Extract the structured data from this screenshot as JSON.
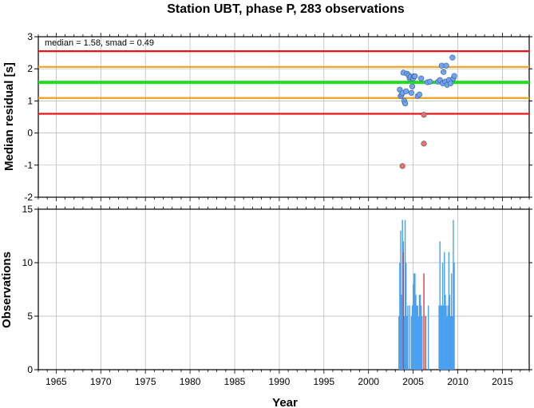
{
  "chart_data": [
    {
      "type": "scatter",
      "title": "Station UBT, phase P, 283 observations",
      "ylabel": "Median residual [s]",
      "annotation": "median = 1.58, smad = 0.49",
      "xlim": [
        1963,
        2018
      ],
      "ylim": [
        -2,
        3
      ],
      "yticks": [
        -2,
        -1,
        0,
        1,
        2,
        3
      ],
      "reference_lines": [
        {
          "y": 2.55,
          "color": "#e8161b"
        },
        {
          "y": 2.06,
          "color": "#f0a020"
        },
        {
          "y": 1.58,
          "color": "#22dd22"
        },
        {
          "y": 1.09,
          "color": "#f0a020"
        },
        {
          "y": 0.6,
          "color": "#e8161b"
        }
      ],
      "series": [
        {
          "color": "#6fa4f2",
          "points": [
            [
              2003.5,
              1.35
            ],
            [
              2003.6,
              1.15
            ],
            [
              2003.7,
              1.2
            ],
            [
              2003.8,
              1.25
            ],
            [
              2003.9,
              1.88
            ],
            [
              2004.0,
              1.0
            ],
            [
              2004.1,
              0.92
            ],
            [
              2004.2,
              1.3
            ],
            [
              2004.3,
              1.85
            ],
            [
              2004.5,
              1.8
            ],
            [
              2004.6,
              1.7
            ],
            [
              2004.7,
              1.75
            ],
            [
              2004.8,
              1.25
            ],
            [
              2004.9,
              1.45
            ],
            [
              2005.0,
              1.7
            ],
            [
              2005.1,
              1.77
            ],
            [
              2005.2,
              1.77
            ],
            [
              2005.5,
              1.15
            ],
            [
              2005.7,
              1.2
            ],
            [
              2005.9,
              1.7
            ],
            [
              2006.6,
              1.58
            ],
            [
              2006.9,
              1.6
            ],
            [
              2007.8,
              1.6
            ],
            [
              2008.0,
              1.65
            ],
            [
              2008.2,
              2.1
            ],
            [
              2008.3,
              1.55
            ],
            [
              2008.4,
              1.9
            ],
            [
              2008.6,
              1.6
            ],
            [
              2008.7,
              2.1
            ],
            [
              2008.8,
              1.5
            ],
            [
              2009.0,
              1.65
            ],
            [
              2009.2,
              1.55
            ],
            [
              2009.4,
              2.35
            ],
            [
              2009.5,
              1.7
            ],
            [
              2009.6,
              1.78
            ]
          ]
        },
        {
          "color": "#f07060",
          "points": [
            [
              2003.8,
              -1.03
            ],
            [
              2006.2,
              0.57
            ],
            [
              2006.2,
              -0.33
            ]
          ]
        }
      ]
    },
    {
      "type": "bar",
      "xlabel": "Year",
      "ylabel": "Observations",
      "xlim": [
        1963,
        2018
      ],
      "ylim": [
        0,
        15
      ],
      "xticks": [
        1965,
        1970,
        1975,
        1980,
        1985,
        1990,
        1995,
        2000,
        2005,
        2010,
        2015
      ],
      "yticks": [
        0,
        5,
        10,
        15
      ],
      "series": [
        {
          "color": "#4aa0f0",
          "bars": [
            [
              2003.4,
              5
            ],
            [
              2003.5,
              10
            ],
            [
              2003.6,
              13
            ],
            [
              2003.7,
              7
            ],
            [
              2003.8,
              14
            ],
            [
              2003.9,
              12
            ],
            [
              2004.0,
              5
            ],
            [
              2004.1,
              14
            ],
            [
              2004.2,
              10
            ],
            [
              2004.3,
              5
            ],
            [
              2004.4,
              6
            ],
            [
              2004.6,
              6
            ],
            [
              2004.8,
              5
            ],
            [
              2004.9,
              6
            ],
            [
              2005.0,
              8
            ],
            [
              2005.1,
              9
            ],
            [
              2005.2,
              9
            ],
            [
              2005.3,
              7
            ],
            [
              2005.4,
              6
            ],
            [
              2005.5,
              6
            ],
            [
              2005.6,
              5
            ],
            [
              2005.7,
              7
            ],
            [
              2005.8,
              7
            ],
            [
              2005.9,
              6
            ],
            [
              2006.0,
              5
            ],
            [
              2006.7,
              6
            ],
            [
              2007.9,
              6
            ],
            [
              2008.0,
              12
            ],
            [
              2008.1,
              6
            ],
            [
              2008.2,
              6
            ],
            [
              2008.3,
              10
            ],
            [
              2008.4,
              6
            ],
            [
              2008.5,
              11
            ],
            [
              2008.6,
              7
            ],
            [
              2008.7,
              6
            ],
            [
              2008.8,
              5
            ],
            [
              2008.9,
              6
            ],
            [
              2009.0,
              11
            ],
            [
              2009.1,
              7
            ],
            [
              2009.2,
              5
            ],
            [
              2009.3,
              9
            ],
            [
              2009.4,
              5
            ],
            [
              2009.5,
              14
            ],
            [
              2009.6,
              10
            ]
          ]
        },
        {
          "color": "#e83a30",
          "bars": [
            [
              2003.9,
              11
            ],
            [
              2006.2,
              9
            ],
            [
              2006.4,
              5
            ]
          ]
        }
      ]
    }
  ]
}
